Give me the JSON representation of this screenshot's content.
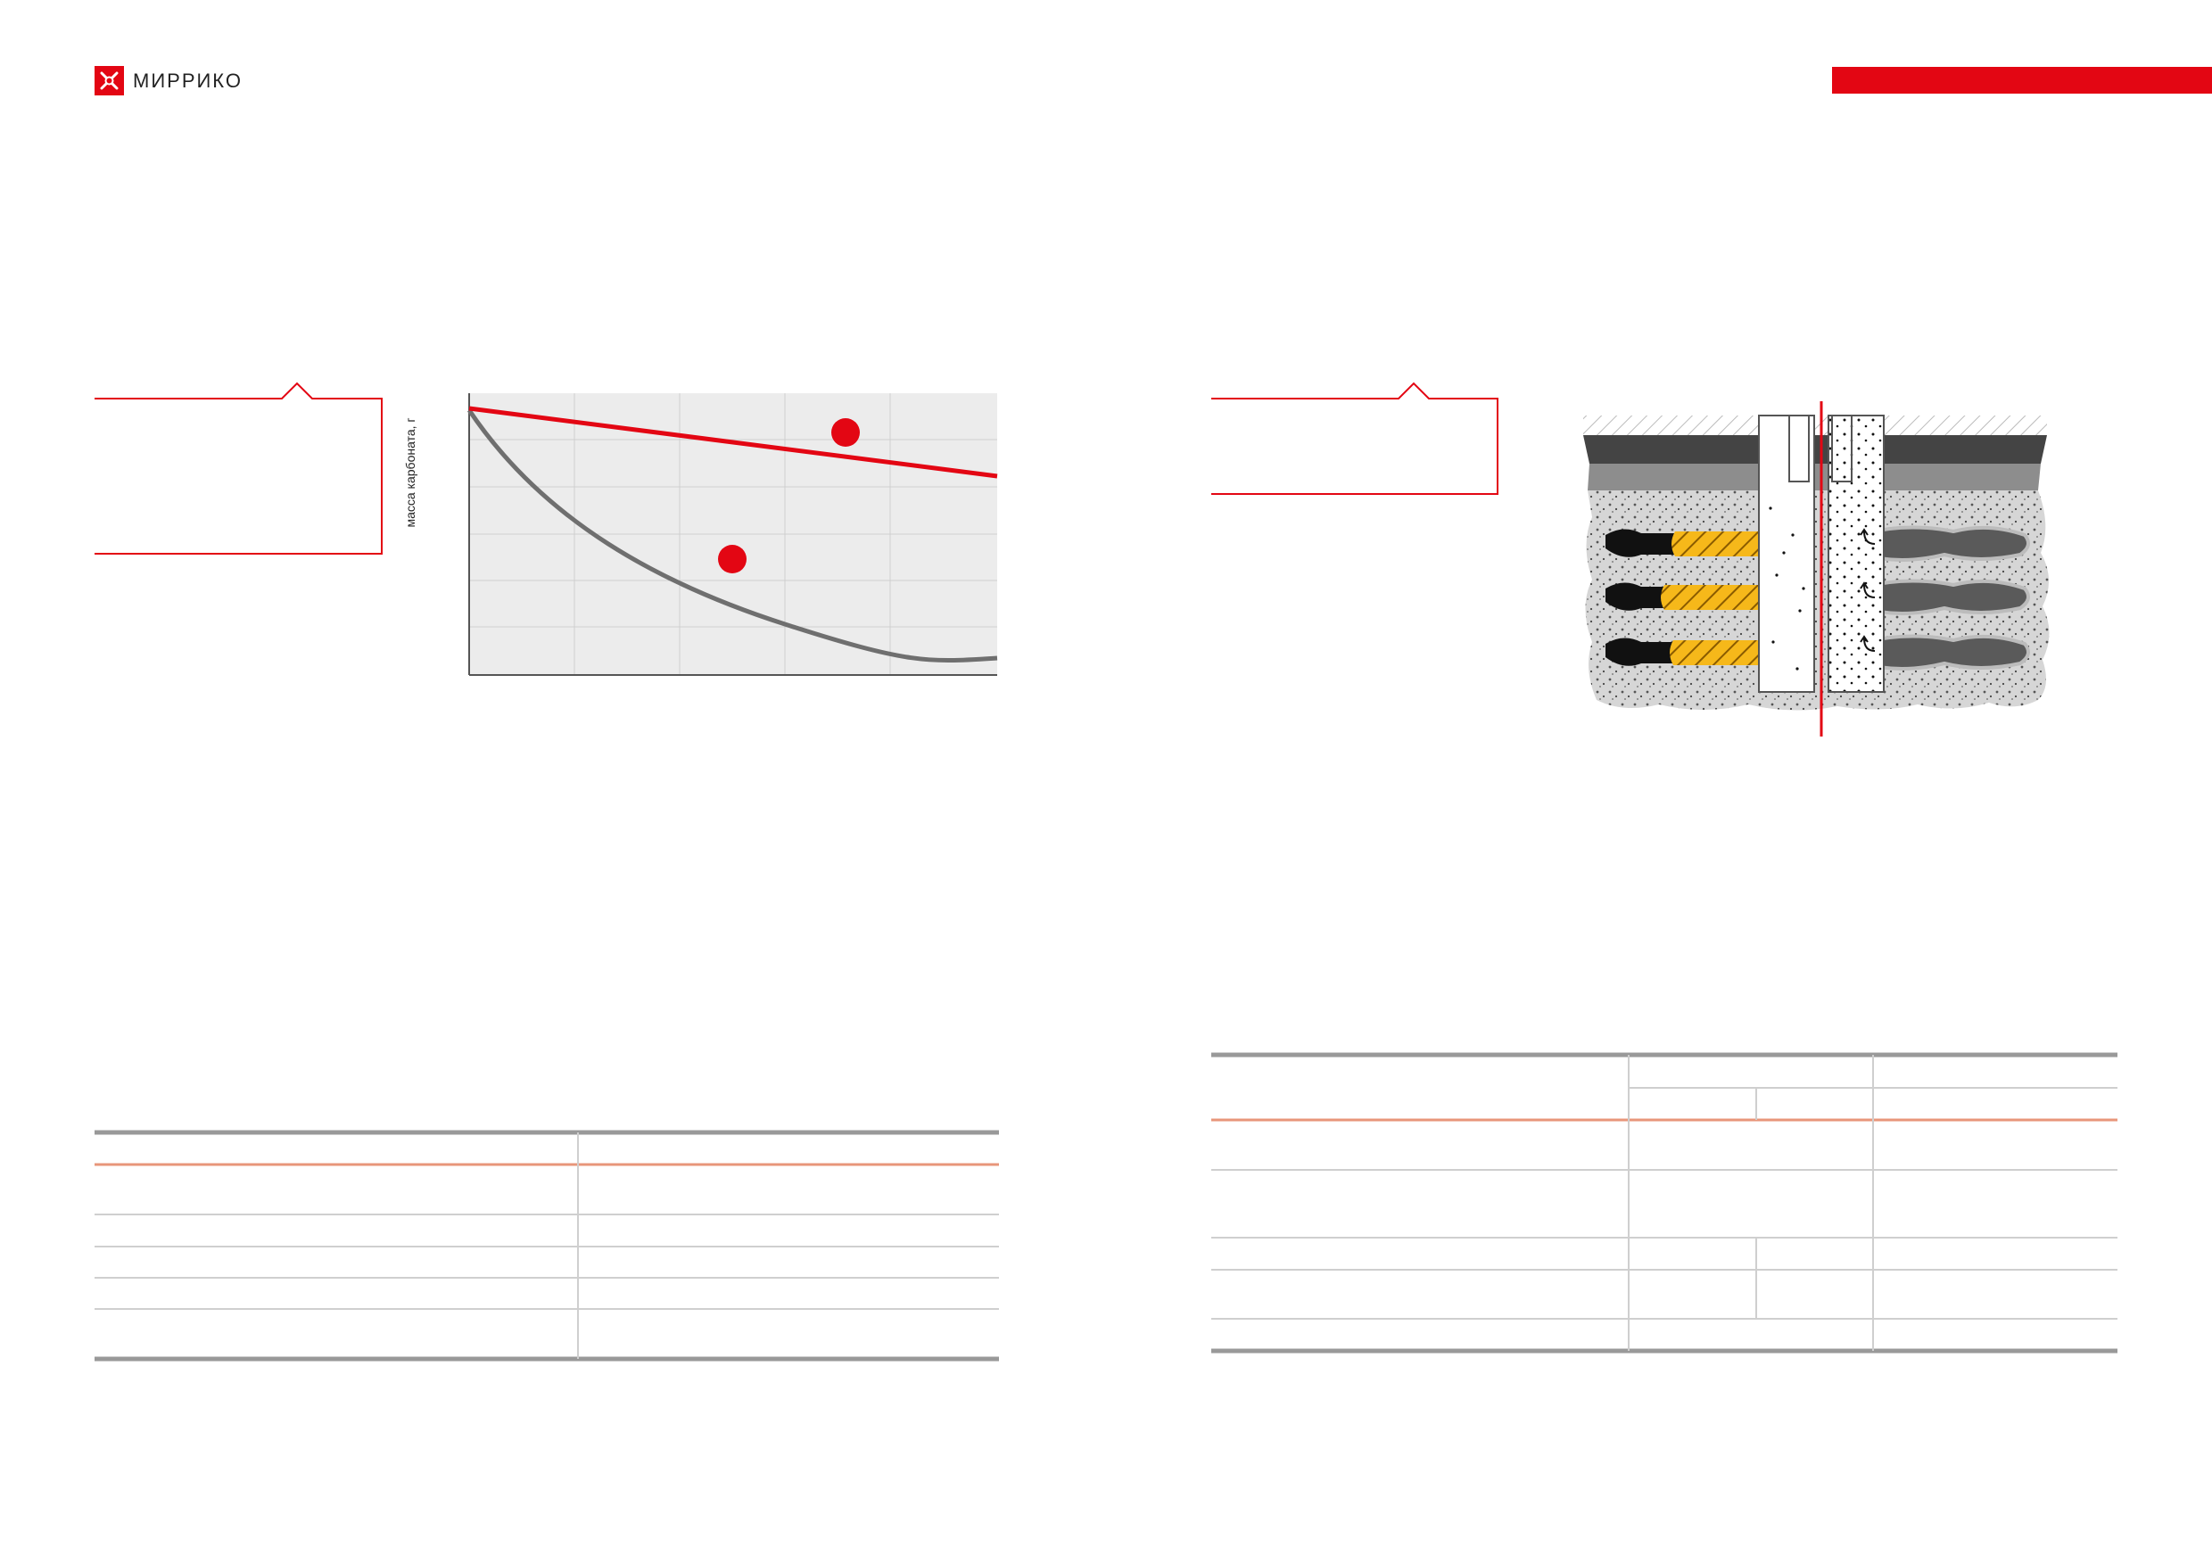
{
  "header": {
    "brand": "МИРРИКО",
    "accent_color": "#e30613",
    "logo_icon": "mirriko-logo-icon"
  },
  "chart_data": {
    "type": "line",
    "title": "",
    "xlabel": "",
    "ylabel": "масса карбоната, г",
    "grid": true,
    "series": [
      {
        "color": "#e30613",
        "shape": "linear-decrease",
        "marker_color": "#e30613"
      },
      {
        "color": "#6f6f6f",
        "shape": "exponential-decay",
        "marker_color": "#e30613"
      }
    ]
  },
  "diagram": {
    "type": "well-cross-section",
    "icons": [
      "hatched-ground",
      "porous-rock",
      "perforation-tunnel",
      "wellbore",
      "arrow-icon"
    ]
  },
  "tables": {
    "left": {
      "columns": 2,
      "rows": 5
    },
    "right": {
      "columns": 4,
      "rows": 6
    }
  }
}
